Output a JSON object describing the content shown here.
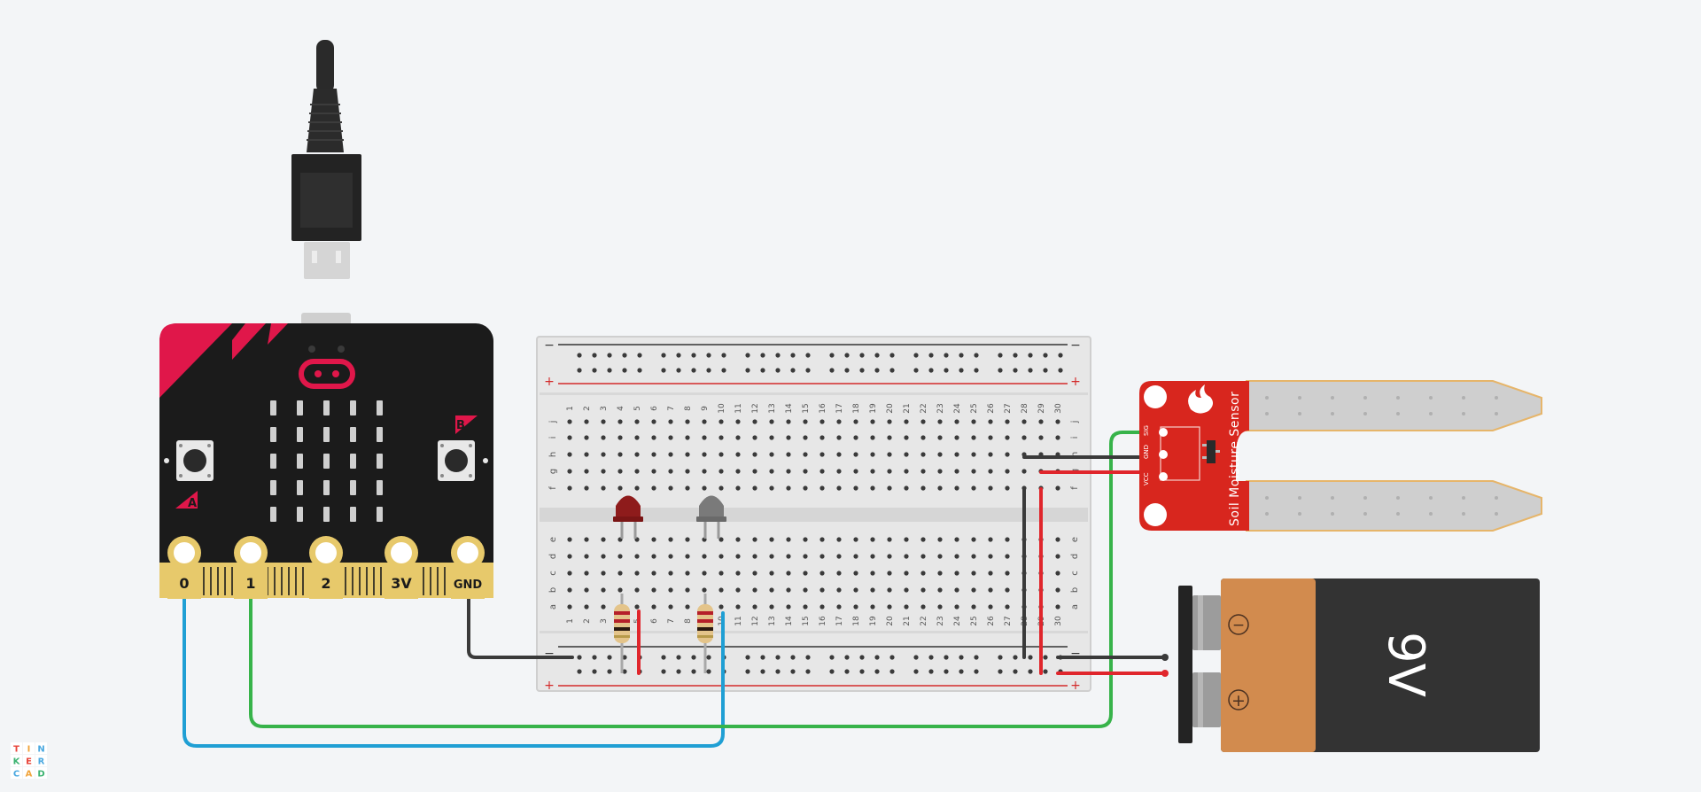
{
  "canvas": {
    "background": "#f3f5f7"
  },
  "microbit": {
    "pins": [
      "0",
      "1",
      "2",
      "3V",
      "GND"
    ],
    "button_a": "A",
    "button_b": "B",
    "colors": {
      "board": "#1b1b1b",
      "accent": "#e0174a",
      "gold": "#e7c96b"
    }
  },
  "breadboard": {
    "columns": [
      "1",
      "2",
      "3",
      "4",
      "5",
      "6",
      "7",
      "8",
      "9",
      "10",
      "11",
      "12",
      "13",
      "14",
      "15",
      "16",
      "17",
      "18",
      "19",
      "20",
      "21",
      "22",
      "23",
      "24",
      "25",
      "26",
      "27",
      "28",
      "29",
      "30"
    ],
    "rows_top": [
      "j",
      "i",
      "h",
      "g",
      "f"
    ],
    "rows_bottom": [
      "e",
      "d",
      "c",
      "b",
      "a"
    ],
    "rail_minus": "−",
    "rail_plus": "+"
  },
  "leds": [
    {
      "name": "red-led",
      "color": "#8e1b1b"
    },
    {
      "name": "gray-led",
      "color": "#7a7a7a"
    }
  ],
  "soil_sensor": {
    "label": "Soil Moisture Sensor",
    "pins": [
      "VCC",
      "GND",
      "SIG"
    ],
    "color": "#d8261e"
  },
  "battery": {
    "label": "9V",
    "minus": "−",
    "plus": "+"
  },
  "wires": {
    "blue": "#1f9fd4",
    "green": "#37b34a",
    "black": "#3a3a3a",
    "red": "#e0262c"
  },
  "logo": {
    "letters": [
      "T",
      "I",
      "N",
      "K",
      "E",
      "R",
      "C",
      "A",
      "D"
    ]
  }
}
